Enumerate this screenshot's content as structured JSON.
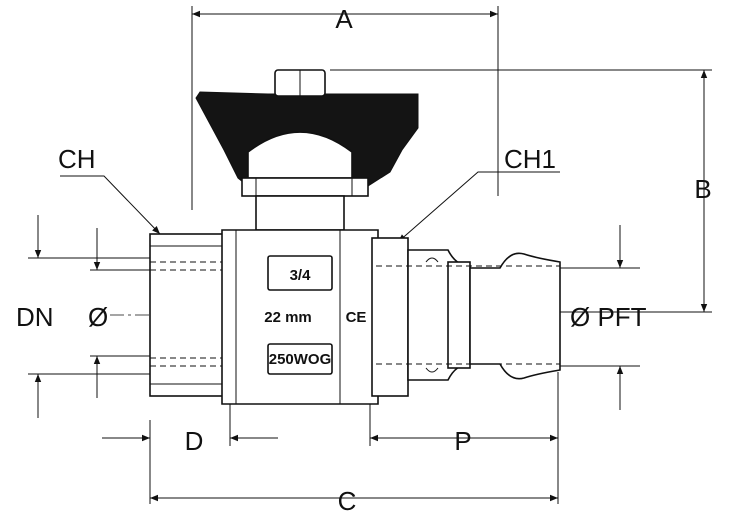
{
  "dimensions": {
    "a": "A",
    "b": "B",
    "c": "C",
    "d": "D",
    "p": "P",
    "ch": "CH",
    "ch1": "CH1",
    "dn": "DN",
    "dn_symbol": "Ø",
    "pft": "Ø PFT"
  },
  "body_markings": {
    "size": "3/4",
    "diameter": "22  mm",
    "rating": "250WOG",
    "mark": "CE"
  },
  "icons": [
    "arrowhead"
  ]
}
